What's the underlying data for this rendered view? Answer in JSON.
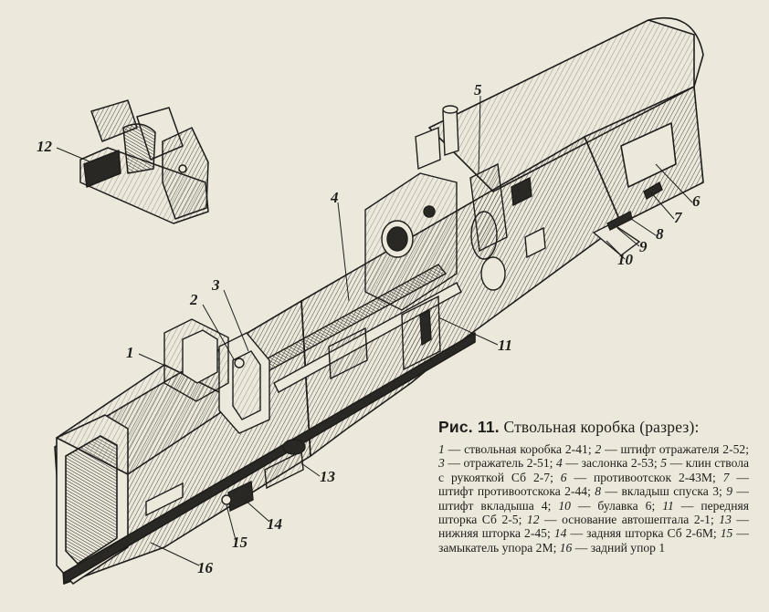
{
  "figure": {
    "label": "Рис. 11.",
    "title": "Ствольная коробка (разрез):"
  },
  "callouts": [
    "1",
    "2",
    "3",
    "4",
    "5",
    "6",
    "7",
    "8",
    "9",
    "10",
    "11",
    "12",
    "13",
    "14",
    "15",
    "16"
  ],
  "legend": [
    {
      "n": "1",
      "text": "ствольная коробка 2-41"
    },
    {
      "n": "2",
      "text": "штифт отражателя 2-52"
    },
    {
      "n": "3",
      "text": "отражатель 2-51"
    },
    {
      "n": "4",
      "text": "заслонка 2-53"
    },
    {
      "n": "5",
      "text": "клин ствола с рукояткой Сб 2-7"
    },
    {
      "n": "6",
      "text": "противоотскок 2-43М"
    },
    {
      "n": "7",
      "text": "штифт противоотскока 2-44"
    },
    {
      "n": "8",
      "text": "вкладыш спуска 3"
    },
    {
      "n": "9",
      "text": "штифт вкладыша 4"
    },
    {
      "n": "10",
      "text": "булавка 6"
    },
    {
      "n": "11",
      "text": "передняя шторка Сб 2-5"
    },
    {
      "n": "12",
      "text": "основание автошептала 2-1"
    },
    {
      "n": "13",
      "text": "нижняя шторка 2-45"
    },
    {
      "n": "14",
      "text": "задняя шторка Сб 2-6М"
    },
    {
      "n": "15",
      "text": "замыкатель упора 2М"
    },
    {
      "n": "16",
      "text": "задний упор 1"
    }
  ]
}
